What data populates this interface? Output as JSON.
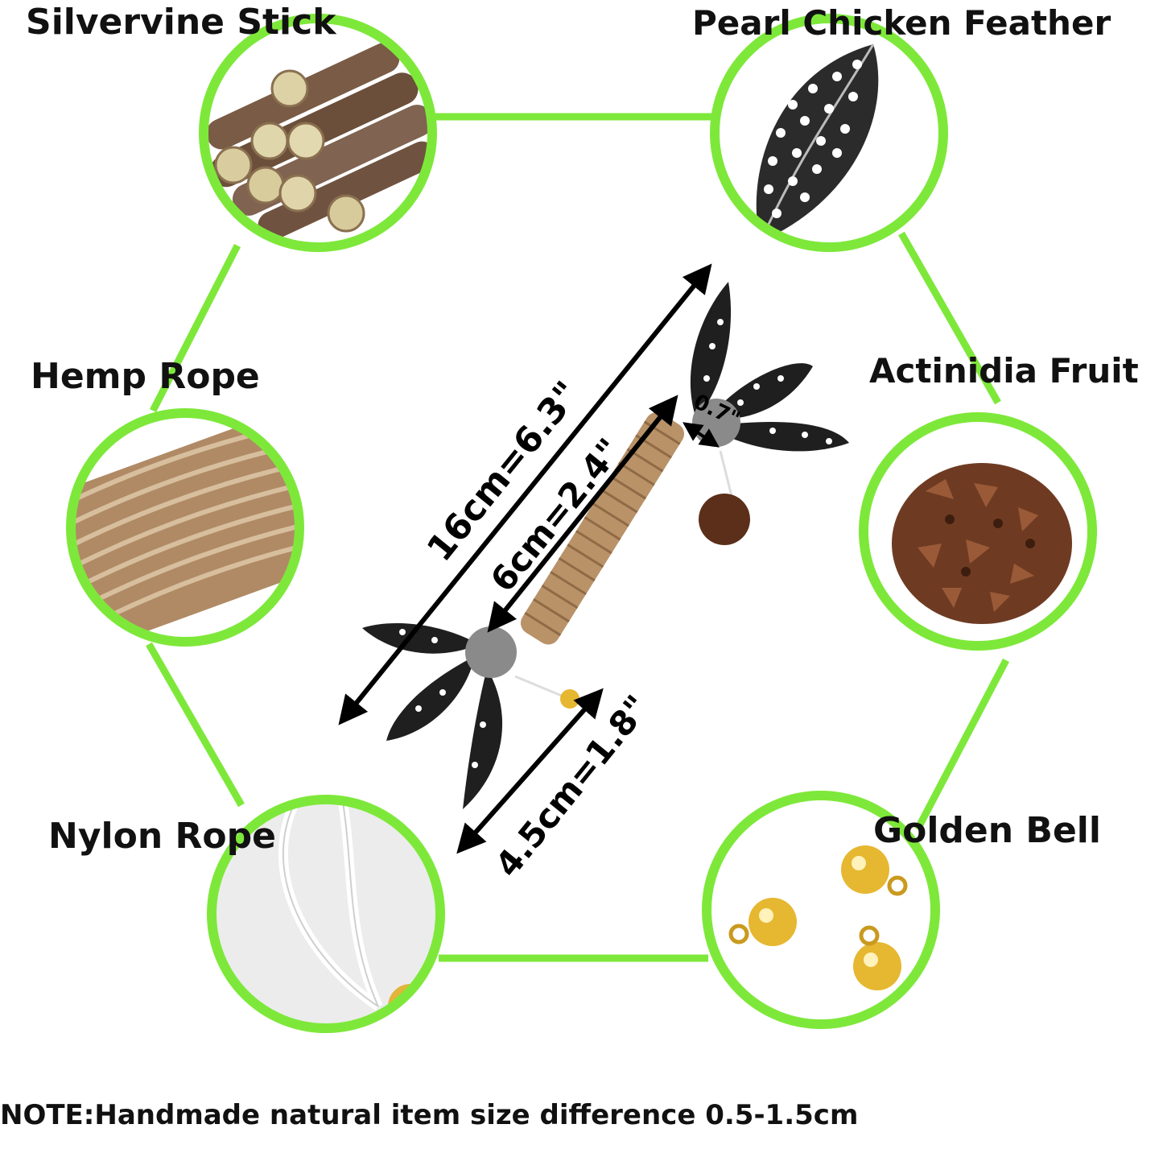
{
  "colors": {
    "ring": "#7ee83a",
    "arrow": "#000000",
    "text": "#111111"
  },
  "materials": [
    {
      "label": "Silvervine Stick",
      "icon": "silvervine-stick-icon"
    },
    {
      "label": "Pearl Chicken Feather",
      "icon": "feather-icon"
    },
    {
      "label": "Hemp Rope",
      "icon": "hemp-rope-icon"
    },
    {
      "label": "Actinidia Fruit",
      "icon": "actinidia-fruit-icon"
    },
    {
      "label": "Nylon Rope",
      "icon": "nylon-rope-icon"
    },
    {
      "label": "Golden Bell",
      "icon": "golden-bell-icon"
    }
  ],
  "dimensions": {
    "total": "16cm=6.3\"",
    "handle": "6cm=2.4\"",
    "string": "4.5cm=1.8\"",
    "tip": "0.7\""
  },
  "note": "NOTE:Handmade natural item size difference 0.5-1.5cm"
}
